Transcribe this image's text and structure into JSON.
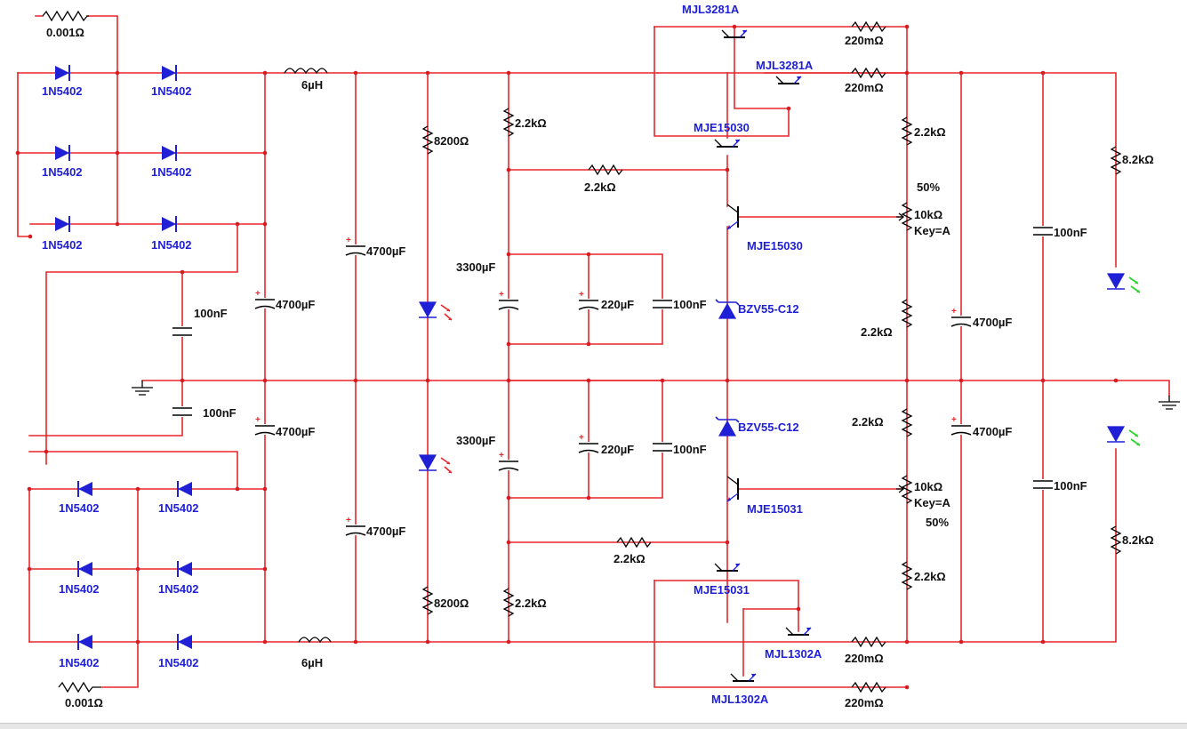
{
  "labels": {
    "r_001_top": "0.001Ω",
    "r_001_bot": "0.001Ω",
    "d1": "1N5402",
    "d2": "1N5402",
    "d3": "1N5402",
    "d4": "1N5402",
    "d5": "1N5402",
    "d6": "1N5402",
    "d7": "1N5402",
    "d8": "1N5402",
    "d9": "1N5402",
    "d10": "1N5402",
    "d11": "1N5402",
    "d12": "1N5402",
    "l_top": "6µH",
    "l_bot": "6µH",
    "c100_top": "100nF",
    "c100_bot": "100nF",
    "c4700_l_top": "4700µF",
    "c4700_l_bot": "4700µF",
    "c4700_m_top": "4700µF",
    "c4700_m_bot": "4700µF",
    "r8200_top": "8200Ω",
    "r8200_bot": "8200Ω",
    "r22k_a": "2.2kΩ",
    "r22k_b": "2.2kΩ",
    "r22k_c": "2.2kΩ",
    "r22k_d": "2.2kΩ",
    "c3300_top": "3300µF",
    "c3300_bot": "3300µF",
    "c220_top": "220µF",
    "c220_bot": "220µF",
    "c100_mid_top": "100nF",
    "c100_mid_bot": "100nF",
    "q_mjl3281a_1": "MJL3281A",
    "q_mjl3281a_2": "MJL3281A",
    "q_mje15030_1": "MJE15030",
    "q_mje15030_2": "MJE15030",
    "q_mje15031_1": "MJE15031",
    "q_mje15031_2": "MJE15031",
    "q_mjl1302a_1": "MJL1302A",
    "q_mjl1302a_2": "MJL1302A",
    "z_top": "BZV55-C12",
    "z_bot": "BZV55-C12",
    "r220m_1": "220mΩ",
    "r220m_2": "220mΩ",
    "r220m_3": "220mΩ",
    "r220m_4": "220mΩ",
    "r22k_right_top": "2.2kΩ",
    "r22k_right_mid_top": "2.2kΩ",
    "r22k_right_mid_bot": "2.2kΩ",
    "r22k_right_bot": "2.2kΩ",
    "pot_top_pct": "50%",
    "pot_top_val": "10kΩ",
    "pot_top_key": "Key=A",
    "pot_bot_val": "10kΩ",
    "pot_bot_key": "Key=A",
    "pot_bot_pct": "50%",
    "c4700_r_top": "4700µF",
    "c4700_r_bot": "4700µF",
    "c100_r_top": "100nF",
    "c100_r_bot": "100nF",
    "r82k_top": "8.2kΩ",
    "r82k_bot": "8.2kΩ",
    "plus": "+"
  },
  "colors": {
    "wire": "#e8262b",
    "component_blue": "#1f1fd6",
    "led_red": "#e8262b",
    "led_green": "#2fd12f"
  }
}
